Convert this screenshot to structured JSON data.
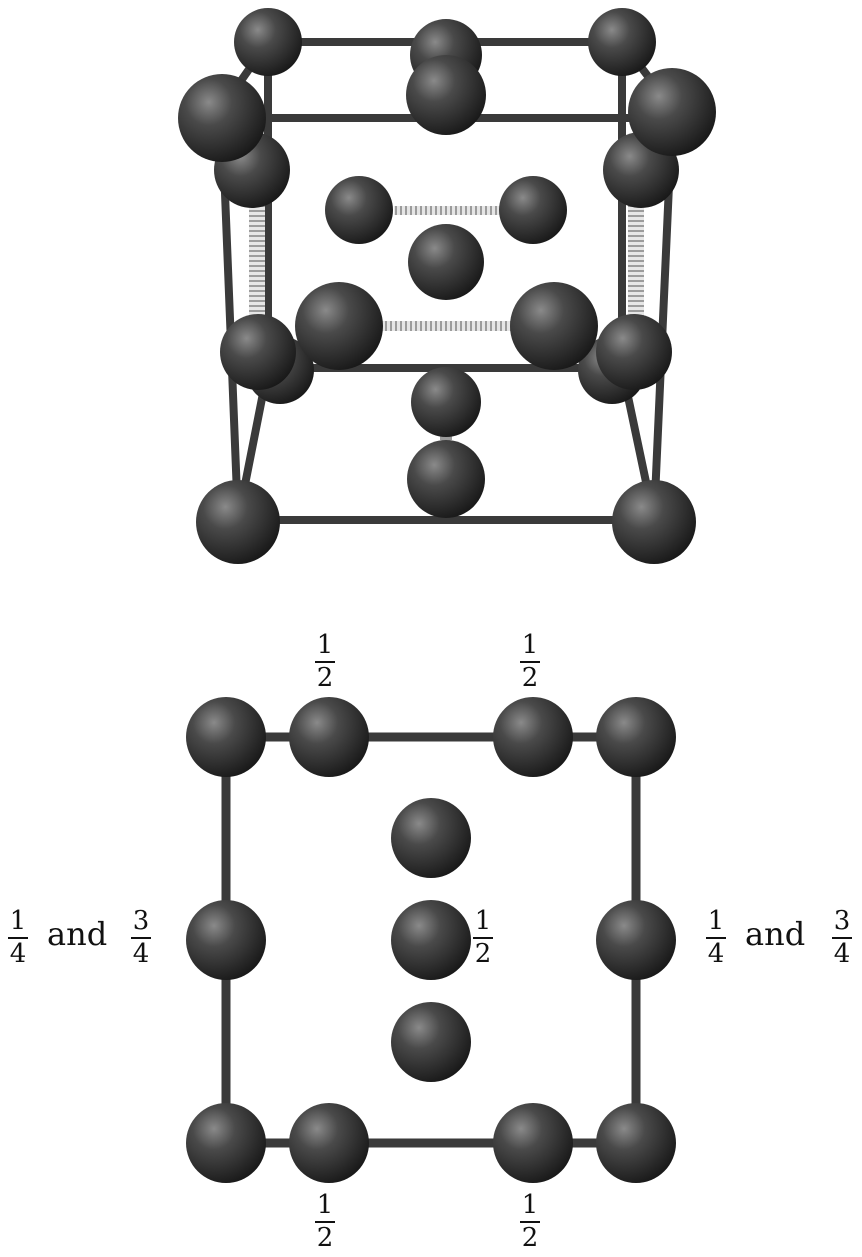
{
  "labels": {
    "top_left": {
      "num": "1",
      "den": "2"
    },
    "top_right": {
      "num": "1",
      "den": "2"
    },
    "bottom_left": {
      "num": "1",
      "den": "2"
    },
    "bottom_right": {
      "num": "1",
      "den": "2"
    },
    "center": {
      "num": "1",
      "den": "2"
    },
    "left": {
      "a_num": "1",
      "a_den": "4",
      "joiner": "and",
      "b_num": "3",
      "b_den": "4"
    },
    "right": {
      "a_num": "1",
      "a_den": "4",
      "joiner": "and",
      "b_num": "3",
      "b_den": "4"
    }
  },
  "colors": {
    "sphere_light": "#8a8a8a",
    "sphere_mid": "#3c3c3c",
    "sphere_dark": "#1a1a1a",
    "bond": "#3a3a3a",
    "bond_hatched": "#bdbdbd",
    "text": "#111111"
  }
}
